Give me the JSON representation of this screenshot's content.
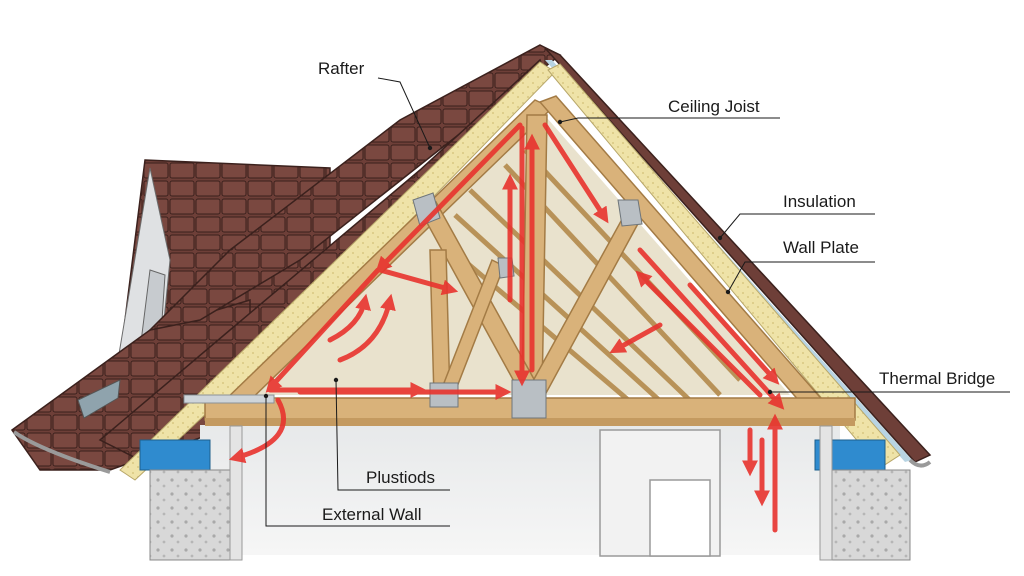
{
  "labels": {
    "rafter": "Rafter",
    "ceiling_joist": "Ceiling Joist",
    "insulation": "Insulation",
    "wall_plate": "Wall Plate",
    "thermal_bridge": "Thermal Bridge",
    "plustiods": "Plustiods",
    "external_wall": "External Wall"
  },
  "colors": {
    "roof_tile": "#6e3f38",
    "roof_tile_dark": "#4a2a25",
    "insulation": "#efe3a8",
    "timber": "#d9b27a",
    "timber_dark": "#a37b45",
    "heat_arrow": "#e8332e",
    "wall": "#cfd2d4",
    "membrane": "#b8d4e3",
    "bracket": "#b9bfc4"
  }
}
